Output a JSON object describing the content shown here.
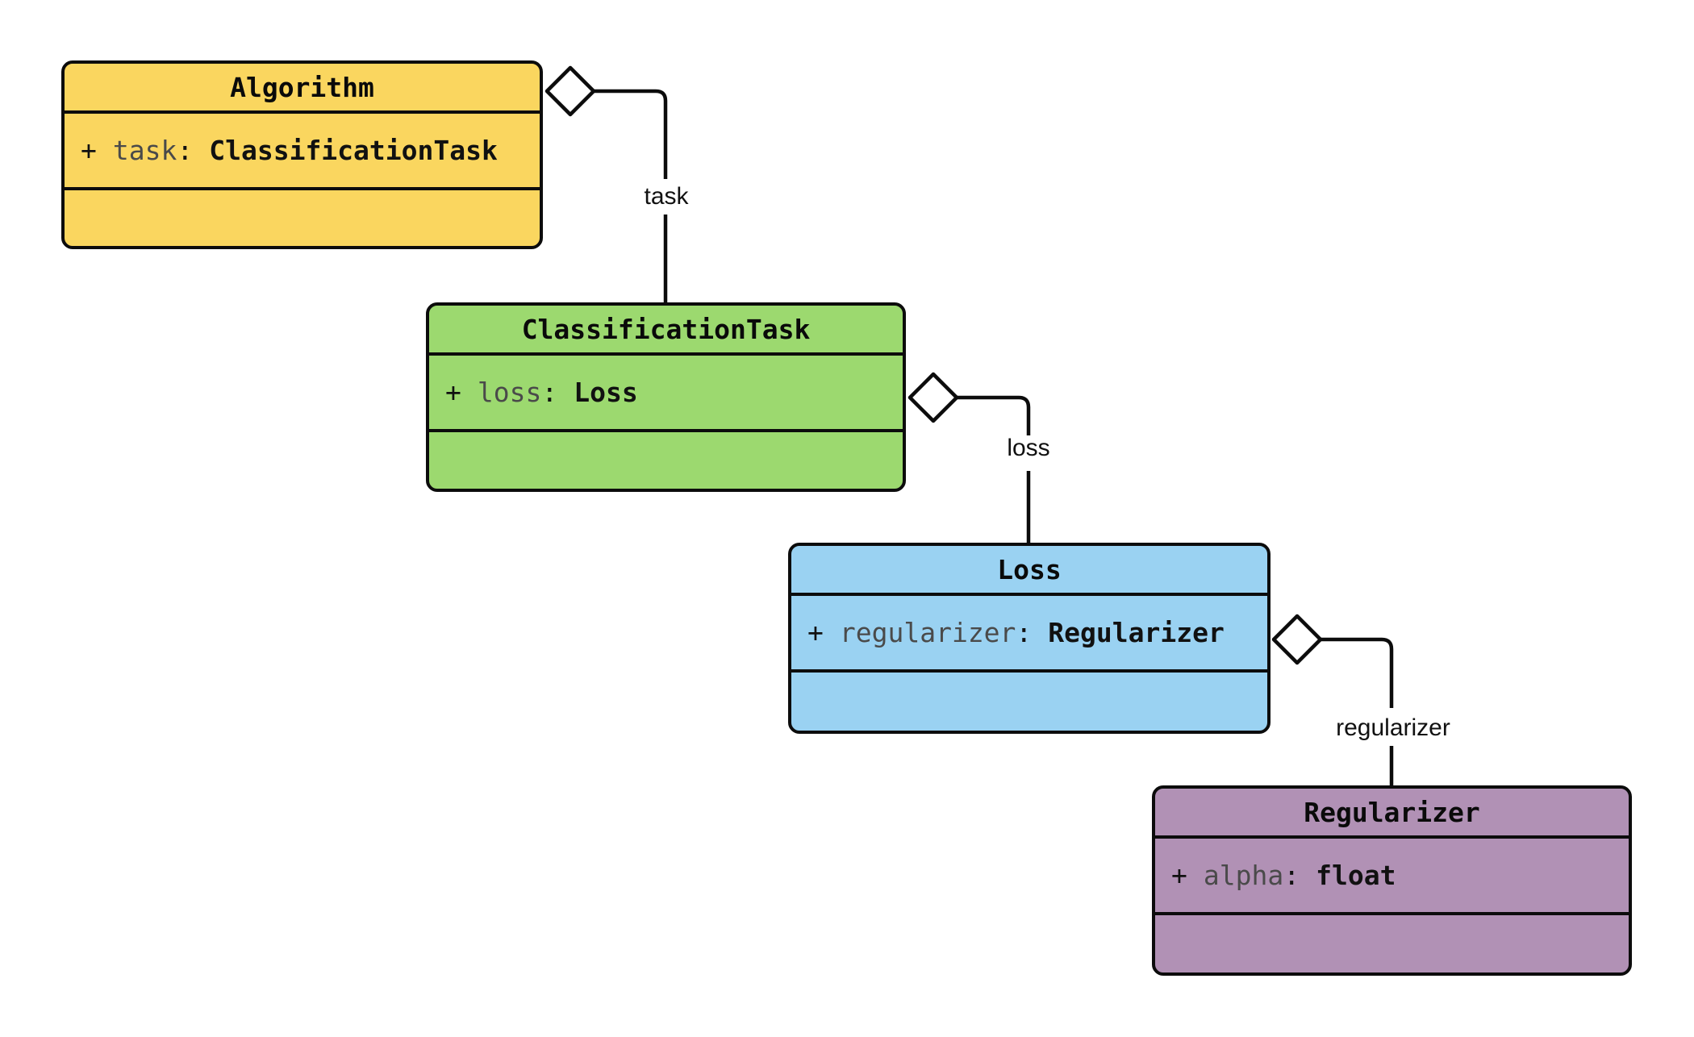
{
  "diagram": {
    "type": "uml-class-diagram",
    "classes": [
      {
        "name": "Algorithm",
        "fill": "#FAD65F",
        "attribute": {
          "visibility": "+",
          "name": "task",
          "colon": ":",
          "type": "ClassificationTask"
        }
      },
      {
        "name": "ClassificationTask",
        "fill": "#9CD96F",
        "attribute": {
          "visibility": "+",
          "name": "loss",
          "colon": ":",
          "type": "Loss"
        }
      },
      {
        "name": "Loss",
        "fill": "#9AD2F2",
        "attribute": {
          "visibility": "+",
          "name": "regularizer",
          "colon": ":",
          "type": "Regularizer"
        }
      },
      {
        "name": "Regularizer",
        "fill": "#B191B5",
        "attribute": {
          "visibility": "+",
          "name": "alpha",
          "colon": ":",
          "type": "float"
        }
      }
    ],
    "edges": [
      {
        "label": "task",
        "from": "Algorithm",
        "to": "ClassificationTask",
        "relation": "aggregation"
      },
      {
        "label": "loss",
        "from": "ClassificationTask",
        "to": "Loss",
        "relation": "aggregation"
      },
      {
        "label": "regularizer",
        "from": "Loss",
        "to": "Regularizer",
        "relation": "aggregation"
      }
    ],
    "colors": {
      "background": "#FFFFFF",
      "box_border": "#0C0C0C",
      "edge_line": "#0C0C0C",
      "diamond_fill": "#FFFFFF",
      "title_text": "#0A0A0A",
      "attribute_name_text": "#4A4A4A",
      "attribute_type_text": "#111111",
      "edge_label_text": "#111111",
      "algorithm_fill": "#FAD65F",
      "classification_task_fill": "#9CD96F",
      "loss_fill": "#9AD2F2",
      "regularizer_fill": "#B191B5"
    }
  }
}
